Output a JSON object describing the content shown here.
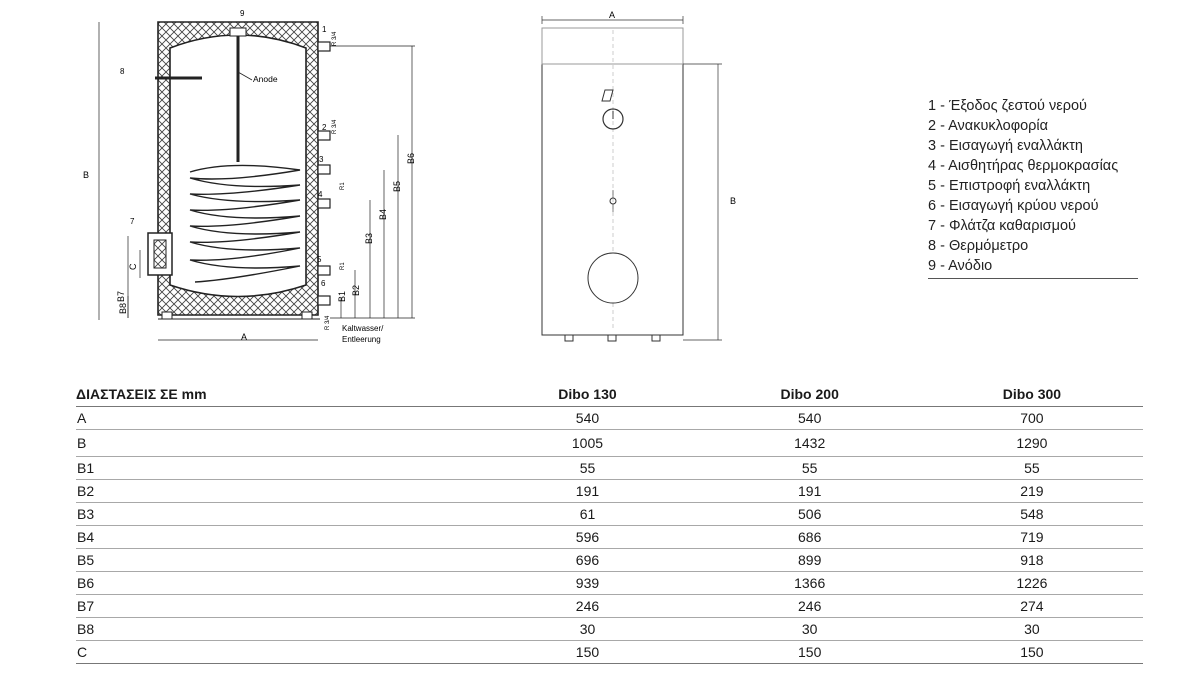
{
  "left_diagram": {
    "callouts": [
      "1",
      "2",
      "3",
      "4",
      "5",
      "6",
      "7",
      "8",
      "9"
    ],
    "anode_label": "Anode",
    "dimension_labels": {
      "A": "A",
      "B": "B",
      "B1": "B1",
      "B2": "B2",
      "B3": "B3",
      "B4": "B4",
      "B5": "B5",
      "B6": "B6",
      "B7": "B7",
      "B8": "B8",
      "C": "C"
    },
    "pipe_sizes": {
      "r34": "R 3/4",
      "r1": "R1"
    },
    "drain_note": [
      "Kaltwasser/",
      "Entleerung"
    ]
  },
  "right_diagram": {
    "dimension_labels": {
      "A": "A",
      "B": "B"
    }
  },
  "legend": {
    "items": [
      "1 - Έξοδος ζεστού νερού",
      "2 - Ανακυκλοφορία",
      "3 - Εισαγωγή εναλλάκτη",
      "4 - Αισθητήρας θερμοκρασίας",
      "5 - Επιστροφή εναλλάκτη",
      "6 - Εισαγωγή κρύου νερού",
      "7 - Φλάτζα καθαρισμού",
      "8 - Θερμόμετρο",
      "9 - Ανόδιο"
    ]
  },
  "table": {
    "headers": [
      "ΔΙΑΣΤΑΣΕΙΣ ΣΕ mm",
      "Dibo 130",
      "Dibo 200",
      "Dibo 300"
    ],
    "rows": [
      [
        "A",
        "540",
        "540",
        "700"
      ],
      [
        "B",
        "1005",
        "1432",
        "1290"
      ],
      [
        "B1",
        "55",
        "55",
        "55"
      ],
      [
        "B2",
        "191",
        "191",
        "219"
      ],
      [
        "B3",
        "61",
        "506",
        "548"
      ],
      [
        "B4",
        "596",
        "686",
        "719"
      ],
      [
        "B5",
        "696",
        "899",
        "918"
      ],
      [
        "B6",
        "939",
        "1366",
        "1226"
      ],
      [
        "B7",
        "246",
        "246",
        "274"
      ],
      [
        "B8",
        "30",
        "30",
        "30"
      ],
      [
        "C",
        "150",
        "150",
        "150"
      ]
    ]
  }
}
